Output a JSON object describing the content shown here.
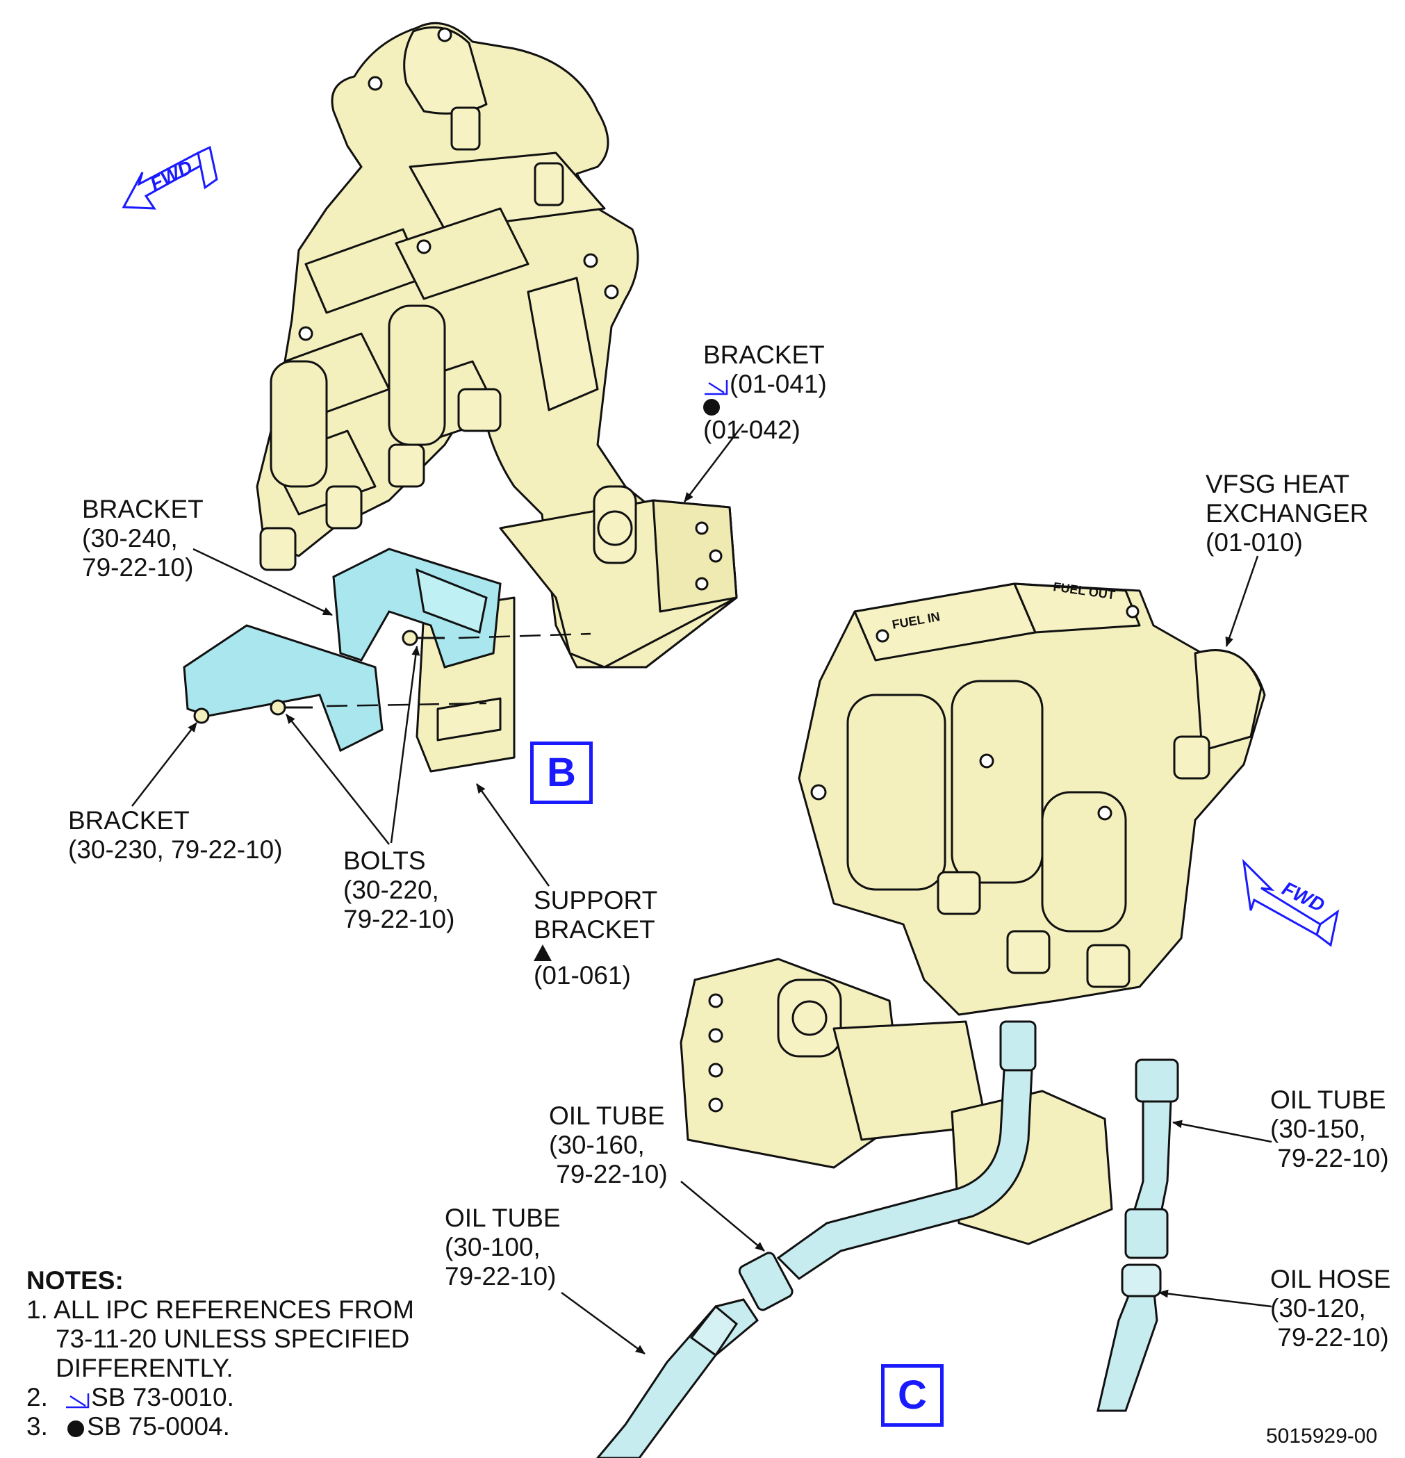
{
  "colors": {
    "component_fill": "#f4f0bd",
    "bracket_fill": "#a9e6ee",
    "tube_fill": "#c6ecf0",
    "reference_blue": "#1a1aff",
    "line": "#111111"
  },
  "fwd_arrows": [
    {
      "label": "FWD"
    },
    {
      "label": "FWD"
    }
  ],
  "callouts": {
    "bracket_top": {
      "lines": [
        "BRACKET",
        "(01-041)",
        "(01-042)"
      ]
    },
    "bracket_240": {
      "lines": [
        "BRACKET",
        "(30-240,",
        "79-22-10)"
      ]
    },
    "bracket_230": {
      "lines": [
        "BRACKET",
        "(30-230, 79-22-10)"
      ]
    },
    "bolts": {
      "lines": [
        "BOLTS",
        "(30-220,",
        "79-22-10)"
      ]
    },
    "support_bracket": {
      "lines": [
        "SUPPORT",
        "BRACKET",
        "(01-061)"
      ]
    },
    "vfsg": {
      "lines": [
        "VFSG HEAT",
        "EXCHANGER",
        "(01-010)"
      ]
    },
    "oil_tube_160": {
      "lines": [
        "OIL TUBE",
        "(30-160,",
        " 79-22-10)"
      ]
    },
    "oil_tube_100": {
      "lines": [
        "OIL TUBE",
        "(30-100,",
        "79-22-10)"
      ]
    },
    "oil_tube_150": {
      "lines": [
        "OIL TUBE",
        "(30-150,",
        " 79-22-10)"
      ]
    },
    "oil_hose_120": {
      "lines": [
        "OIL HOSE",
        "(30-120,",
        " 79-22-10)"
      ]
    }
  },
  "part_markings": {
    "fuel_in": "FUEL IN",
    "fuel_out": "FUEL OUT"
  },
  "detail_refs": {
    "b": "B",
    "c": "C"
  },
  "notes": {
    "heading": "NOTES:",
    "items": [
      {
        "num": "1.",
        "lines": [
          "ALL IPC REFERENCES FROM",
          "73-11-20 UNLESS SPECIFIED",
          "DIFFERENTLY."
        ]
      },
      {
        "num": "2.",
        "lines": [
          "SB 73-0010."
        ]
      },
      {
        "num": "3.",
        "lines": [
          "SB 75-0004."
        ]
      }
    ]
  },
  "figure_number": "5015929-00"
}
